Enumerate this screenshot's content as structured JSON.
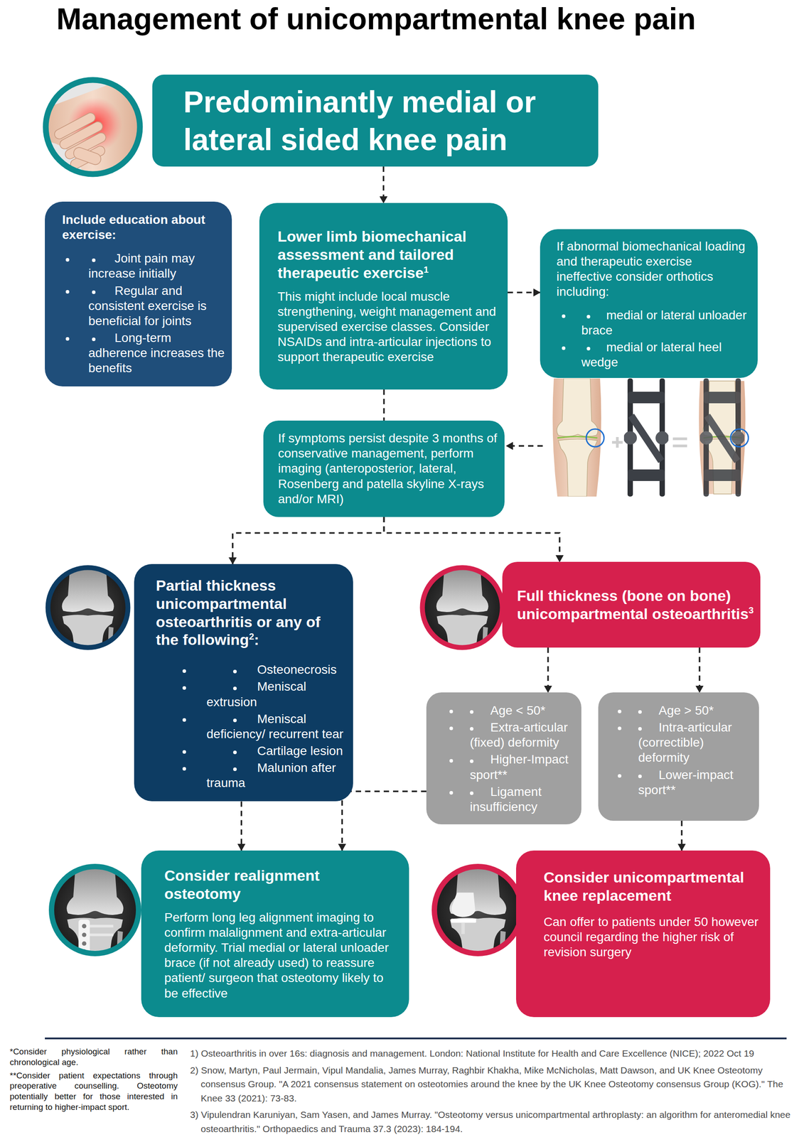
{
  "diagram": {
    "title": "Management of unicompartmental knee pain",
    "nodes": [
      {
        "text": [
          "Predominantly medial or lateral sided knee pain"
        ]
      },
      {
        "text": [
          "Include education about exercise:",
          "Joint pain may increase initially",
          "Regular and consistent exercise is beneficial for joints",
          "Long-term adherence increases the benefits"
        ]
      },
      {
        "text": [
          "Lower limb biomechanical assessment and tailored therapeutic exercise",
          "1",
          "This might include local muscle strengthening, weight management and supervised exercise classes. Consider NSAIDs and intra-articular injections to support therapeutic exercise"
        ]
      },
      {
        "text": [
          "If abnormal biomechanical loading and therapeutic exercise ineffective consider orthotics including:",
          "medial or lateral unloader brace",
          "medial or lateral heel wedge"
        ]
      },
      {
        "text": [
          "If symptoms persist despite 3 months of conservative management, perform imaging (anteroposterior, lateral, Rosenberg and patella skyline X-rays and/or MRI)"
        ]
      },
      {
        "text": [
          "Partial thickness unicompartmental osteoarthritis or any of the following",
          "2",
          ":",
          "Osteonecrosis",
          "Meniscal extrusion",
          "Meniscal deficiency/ recurrent tear",
          "Cartilage lesion",
          "Malunion after trauma"
        ]
      },
      {
        "text": [
          "Full thickness (bone on bone) unicompartmental osteoarthritis",
          "3"
        ]
      },
      {
        "text": [
          "Age < 50*",
          "Extra-articular (fixed) deformity",
          "Higher-Impact sport**",
          "Ligament insufficiency"
        ]
      },
      {
        "text": [
          "Age > 50*",
          "Intra-articular (correctible) deformity",
          "Lower-impact sport**"
        ]
      },
      {
        "text": [
          "Consider realignment osteotomy",
          "Perform long leg alignment imaging to confirm malalignment and extra-articular deformity. Trial medial or lateral unloader brace (if not already used) to reassure patient/ surgeon that osteotomy likely to be effective"
        ]
      },
      {
        "text": [
          "Consider unicompartmental knee replacement",
          "Can offer to patients under 50 however council regarding the higher risk of revision surgery"
        ]
      }
    ],
    "edges": [
      {
        "from": 0,
        "to": 2,
        "arrow": "to"
      },
      {
        "from": 2,
        "to": 3,
        "arrow": "to"
      },
      {
        "from": 2,
        "to": 4,
        "arrow": "none"
      },
      {
        "from": 4,
        "to": 5,
        "arrow": "to"
      },
      {
        "from": 4,
        "to": 6,
        "arrow": "to"
      },
      {
        "from": 6,
        "to": 7,
        "arrow": "to"
      },
      {
        "from": 6,
        "to": 8,
        "arrow": "to"
      },
      {
        "from": 5,
        "to": 9,
        "arrow": "to"
      },
      {
        "from": 7,
        "to": 9,
        "arrow": "to"
      },
      {
        "from": 8,
        "to": 10,
        "arrow": "to"
      }
    ],
    "labels": [
      "*Consider physiological rather than chronological age.",
      "**Consider patient expectations through preoperative counselling. Osteotomy potentially better for those interested in returning to higher-impact sport.",
      "1) Osteoarthritis in over 16s: diagnosis and management. London: National Institute for Health and Care Excellence (NICE); 2022 Oct 19",
      "2) Snow, Martyn, Paul Jermain, Vipul Mandalia, James Murray, Raghbir Khakha, Mike McNicholas, Matt Dawson, and UK Knee Osteotomy consensus Group. \"A 2021 consensus statement on osteotomies around the knee by the UK Knee Osteotomy consensus Group (KOG).\" The Knee 33 (2021): 73-83.",
      "3) Vipulendran Karuniyan, Sam Yasen, and James Murray. \"Osteotomy versus unicompartmental arthroplasty: an algorithm for anteromedial knee osteoarthritis.\" Orthopaedics and Trauma 37.3 (2023): 184-194."
    ]
  }
}
